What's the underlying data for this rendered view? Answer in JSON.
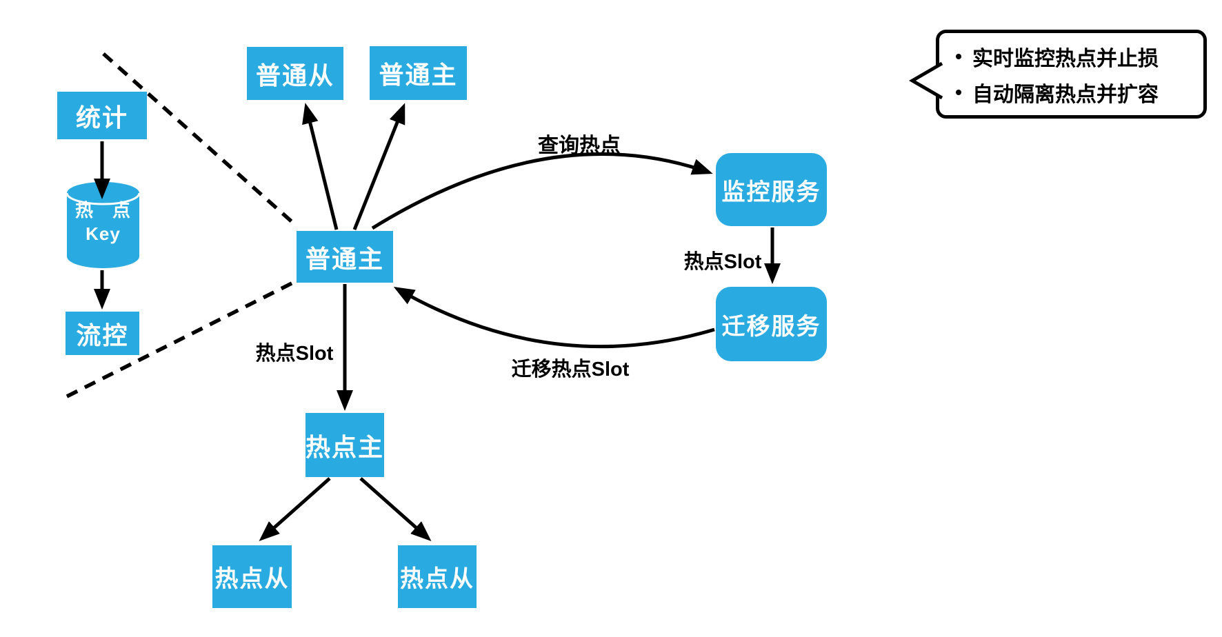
{
  "diagram": {
    "title": "redis-hotspot-key-isolation-architecture",
    "colors": {
      "node_fill": "#29abe2",
      "node_text": "#ffffff",
      "connector": "#000000"
    },
    "nodes": {
      "stats": "统计",
      "hotspot_key_line1": "热　点",
      "hotspot_key_line2": "Key",
      "flow_control": "流控",
      "normal_slave_top": "普通从",
      "normal_master_top": "普通主",
      "normal_master_center": "普通主",
      "monitor_service": "监控服务",
      "migration_service": "迁移服务",
      "hotspot_master": "热点主",
      "hotspot_slave_left": "热点从",
      "hotspot_slave_right": "热点从"
    },
    "edge_labels": {
      "query_hotspot": "查询热点",
      "hotspot_slot_to_migration": "热点Slot",
      "migrate_hotspot_slot": "迁移热点Slot",
      "hotspot_slot_to_hotspot_master": "热点Slot"
    },
    "callout": {
      "bullet": "•",
      "items": [
        "实时监控热点并止损",
        "自动隔离热点并扩容"
      ]
    }
  }
}
